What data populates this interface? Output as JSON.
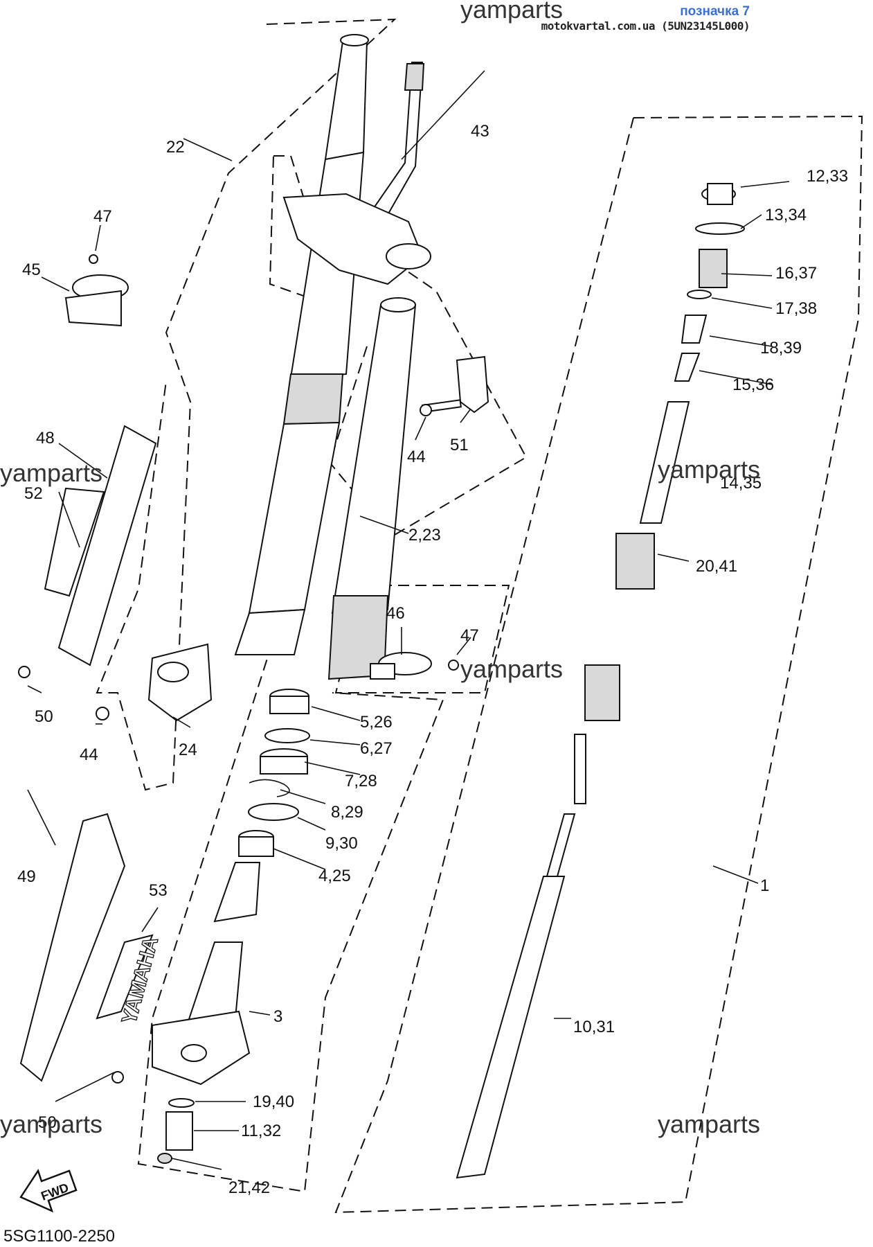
{
  "header": {
    "link_text": "позначка 7",
    "site_text": "motokvartal.com.ua (5UN23145L000)"
  },
  "watermark": "yamparts",
  "fwd_label": "FWD",
  "diagram_code": "5SG1100-2250",
  "brand_text": "YAMAHA",
  "callouts": [
    {
      "id": "c1",
      "text": "1"
    },
    {
      "id": "c223",
      "text": "2,23"
    },
    {
      "id": "c3",
      "text": "3"
    },
    {
      "id": "c425",
      "text": "4,25"
    },
    {
      "id": "c526",
      "text": "5,26"
    },
    {
      "id": "c627",
      "text": "6,27"
    },
    {
      "id": "c728",
      "text": "7,28"
    },
    {
      "id": "c829",
      "text": "8,29"
    },
    {
      "id": "c930",
      "text": "9,30"
    },
    {
      "id": "c1031",
      "text": "10,31"
    },
    {
      "id": "c1132",
      "text": "11,32"
    },
    {
      "id": "c1233",
      "text": "12,33"
    },
    {
      "id": "c1334",
      "text": "13,34"
    },
    {
      "id": "c1435",
      "text": "14,35"
    },
    {
      "id": "c1536",
      "text": "15,36"
    },
    {
      "id": "c1637",
      "text": "16,37"
    },
    {
      "id": "c1738",
      "text": "17,38"
    },
    {
      "id": "c1839",
      "text": "18,39"
    },
    {
      "id": "c1940",
      "text": "19,40"
    },
    {
      "id": "c2041",
      "text": "20,41"
    },
    {
      "id": "c2142",
      "text": "21,42"
    },
    {
      "id": "c22",
      "text": "22"
    },
    {
      "id": "c24",
      "text": "24"
    },
    {
      "id": "c43",
      "text": "43"
    },
    {
      "id": "c44a",
      "text": "44"
    },
    {
      "id": "c44b",
      "text": "44"
    },
    {
      "id": "c45",
      "text": "45"
    },
    {
      "id": "c46",
      "text": "46"
    },
    {
      "id": "c47a",
      "text": "47"
    },
    {
      "id": "c47b",
      "text": "47"
    },
    {
      "id": "c48",
      "text": "48"
    },
    {
      "id": "c49",
      "text": "49"
    },
    {
      "id": "c50a",
      "text": "50"
    },
    {
      "id": "c50b",
      "text": "50"
    },
    {
      "id": "c51",
      "text": "51"
    },
    {
      "id": "c52",
      "text": "52"
    },
    {
      "id": "c53",
      "text": "53"
    }
  ]
}
